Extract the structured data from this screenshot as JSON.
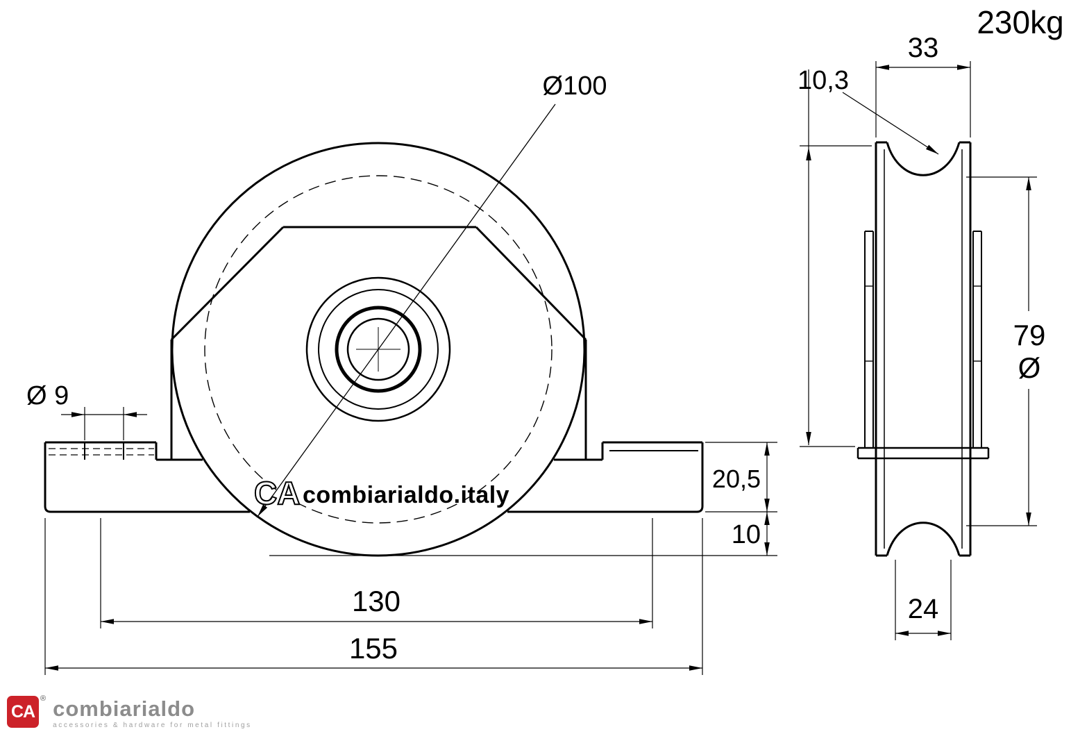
{
  "capacity": "230kg",
  "watermark": {
    "mark": "CA",
    "text": "combiarialdo.italy"
  },
  "front_view": {
    "dims": {
      "groove_diameter": "Ø100",
      "hole_diameter": "Ø 9",
      "plate_height": "20,5",
      "wheel_protrusion": "10",
      "hole_spacing": "130",
      "plate_length": "155"
    }
  },
  "side_view": {
    "dims": {
      "overall_width": "33",
      "groove_radius": "10,3",
      "outer_diameter_value": "79",
      "outer_diameter_symbol": "Ø",
      "hub_width": "24"
    }
  },
  "footer_logo": {
    "monogram": "CA",
    "registered": "®",
    "brand": "combiarialdo",
    "tagline": "accessories & hardware for metal fittings"
  },
  "colors": {
    "line": "#000000",
    "brand_red": "#cc2229",
    "brand_gray": "#8c8c8c",
    "background": "#ffffff"
  }
}
